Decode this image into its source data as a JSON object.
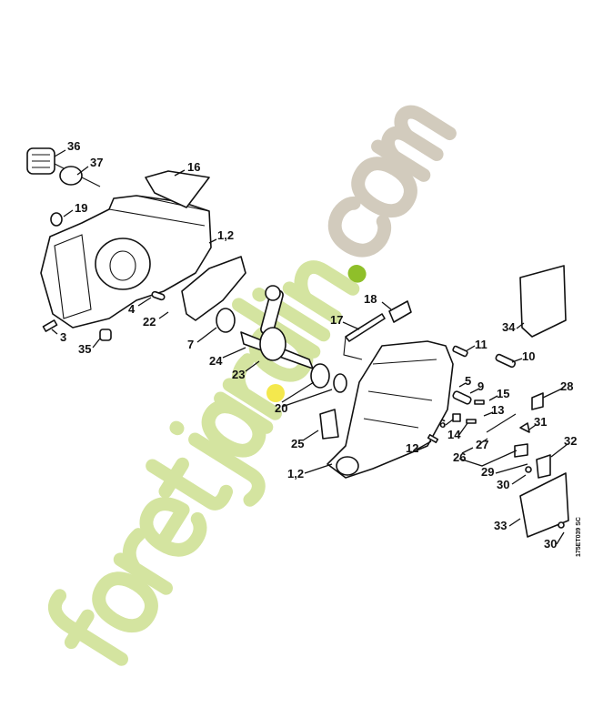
{
  "diagram": {
    "labels": [
      "36",
      "37",
      "16",
      "19",
      "1,2",
      "4",
      "22",
      "3",
      "7",
      "35",
      "24",
      "23",
      "18",
      "17",
      "11",
      "34",
      "10",
      "5",
      "9",
      "15",
      "28",
      "20",
      "13",
      "6",
      "31",
      "14",
      "25",
      "27",
      "12",
      "32",
      "26",
      "1,2",
      "29",
      "30",
      "33",
      "30"
    ],
    "drawing_code": "175ET039 SC",
    "watermark": {
      "part1": "foretjar",
      "part2": "din",
      "dot": ".",
      "part3": "com"
    },
    "colors": {
      "watermark_green": "#cfe09a",
      "watermark_dot": "#8fbf2a",
      "watermark_gray": "#d2cbbd",
      "highlight": "#f3e63a"
    }
  }
}
